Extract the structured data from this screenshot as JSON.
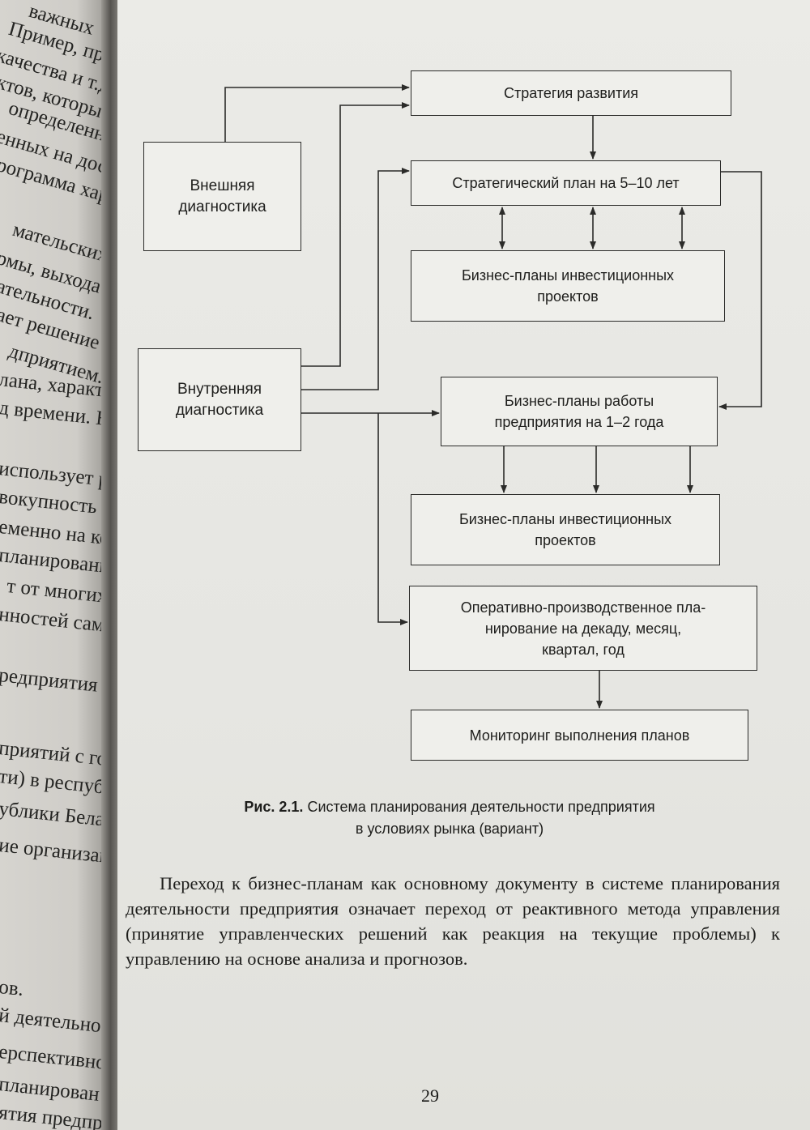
{
  "left_page": {
    "fragments": [
      "важных",
      "Пример, прог",
      "качества и т.д. Б",
      "ктов, которые",
      "определенный",
      "енных на дос",
      "рограмма хар",
      "мательских на",
      "рмы, выхода",
      "ательности.",
      "ает решение стр",
      "дприятием.",
      "лана, характер",
      "д времени. На",
      "использует р",
      "вокупность р",
      "еменно на ко",
      "планировани",
      "т от многих ф",
      "нностей самого",
      "редприятия пр",
      "приятий с госу",
      "ти) в республ",
      "ублики Белару",
      "ие организац",
      "ов.",
      "й деятельно",
      "ерспективно",
      "планирован",
      "ятия предпр"
    ]
  },
  "diagram": {
    "boxes": {
      "external": "Внешняя\nдиагностика",
      "internal": "Внутренняя\nдиагностика",
      "strategy": "Стратегия развития",
      "strategic_plan": "Стратегический план на 5–10 лет",
      "investment_1": "Бизнес-планы инвестиционных\nпроектов",
      "operations": "Бизнес-планы работы\nпредприятия на 1–2 года",
      "investment_2": "Бизнес-планы инвестиционных\nпроектов",
      "operational": "Оперативно-производственное пла-\nнирование на декаду, месяц,\nквартал, год",
      "monitoring": "Мониторинг выполнения планов"
    }
  },
  "caption": {
    "label": "Рис. 2.1.",
    "text": " Система планирования деятельности предприятия\nв условиях рынка (вариант)"
  },
  "body": {
    "paragraph": "Переход к бизнес-планам как основному документу в системе планирования деятельности предприятия означает переход от реактивного метода управления (принятие управленческих решений как реакция на текущие проблемы) к управлению на основе анализа и прогнозов."
  },
  "page_number": "29"
}
